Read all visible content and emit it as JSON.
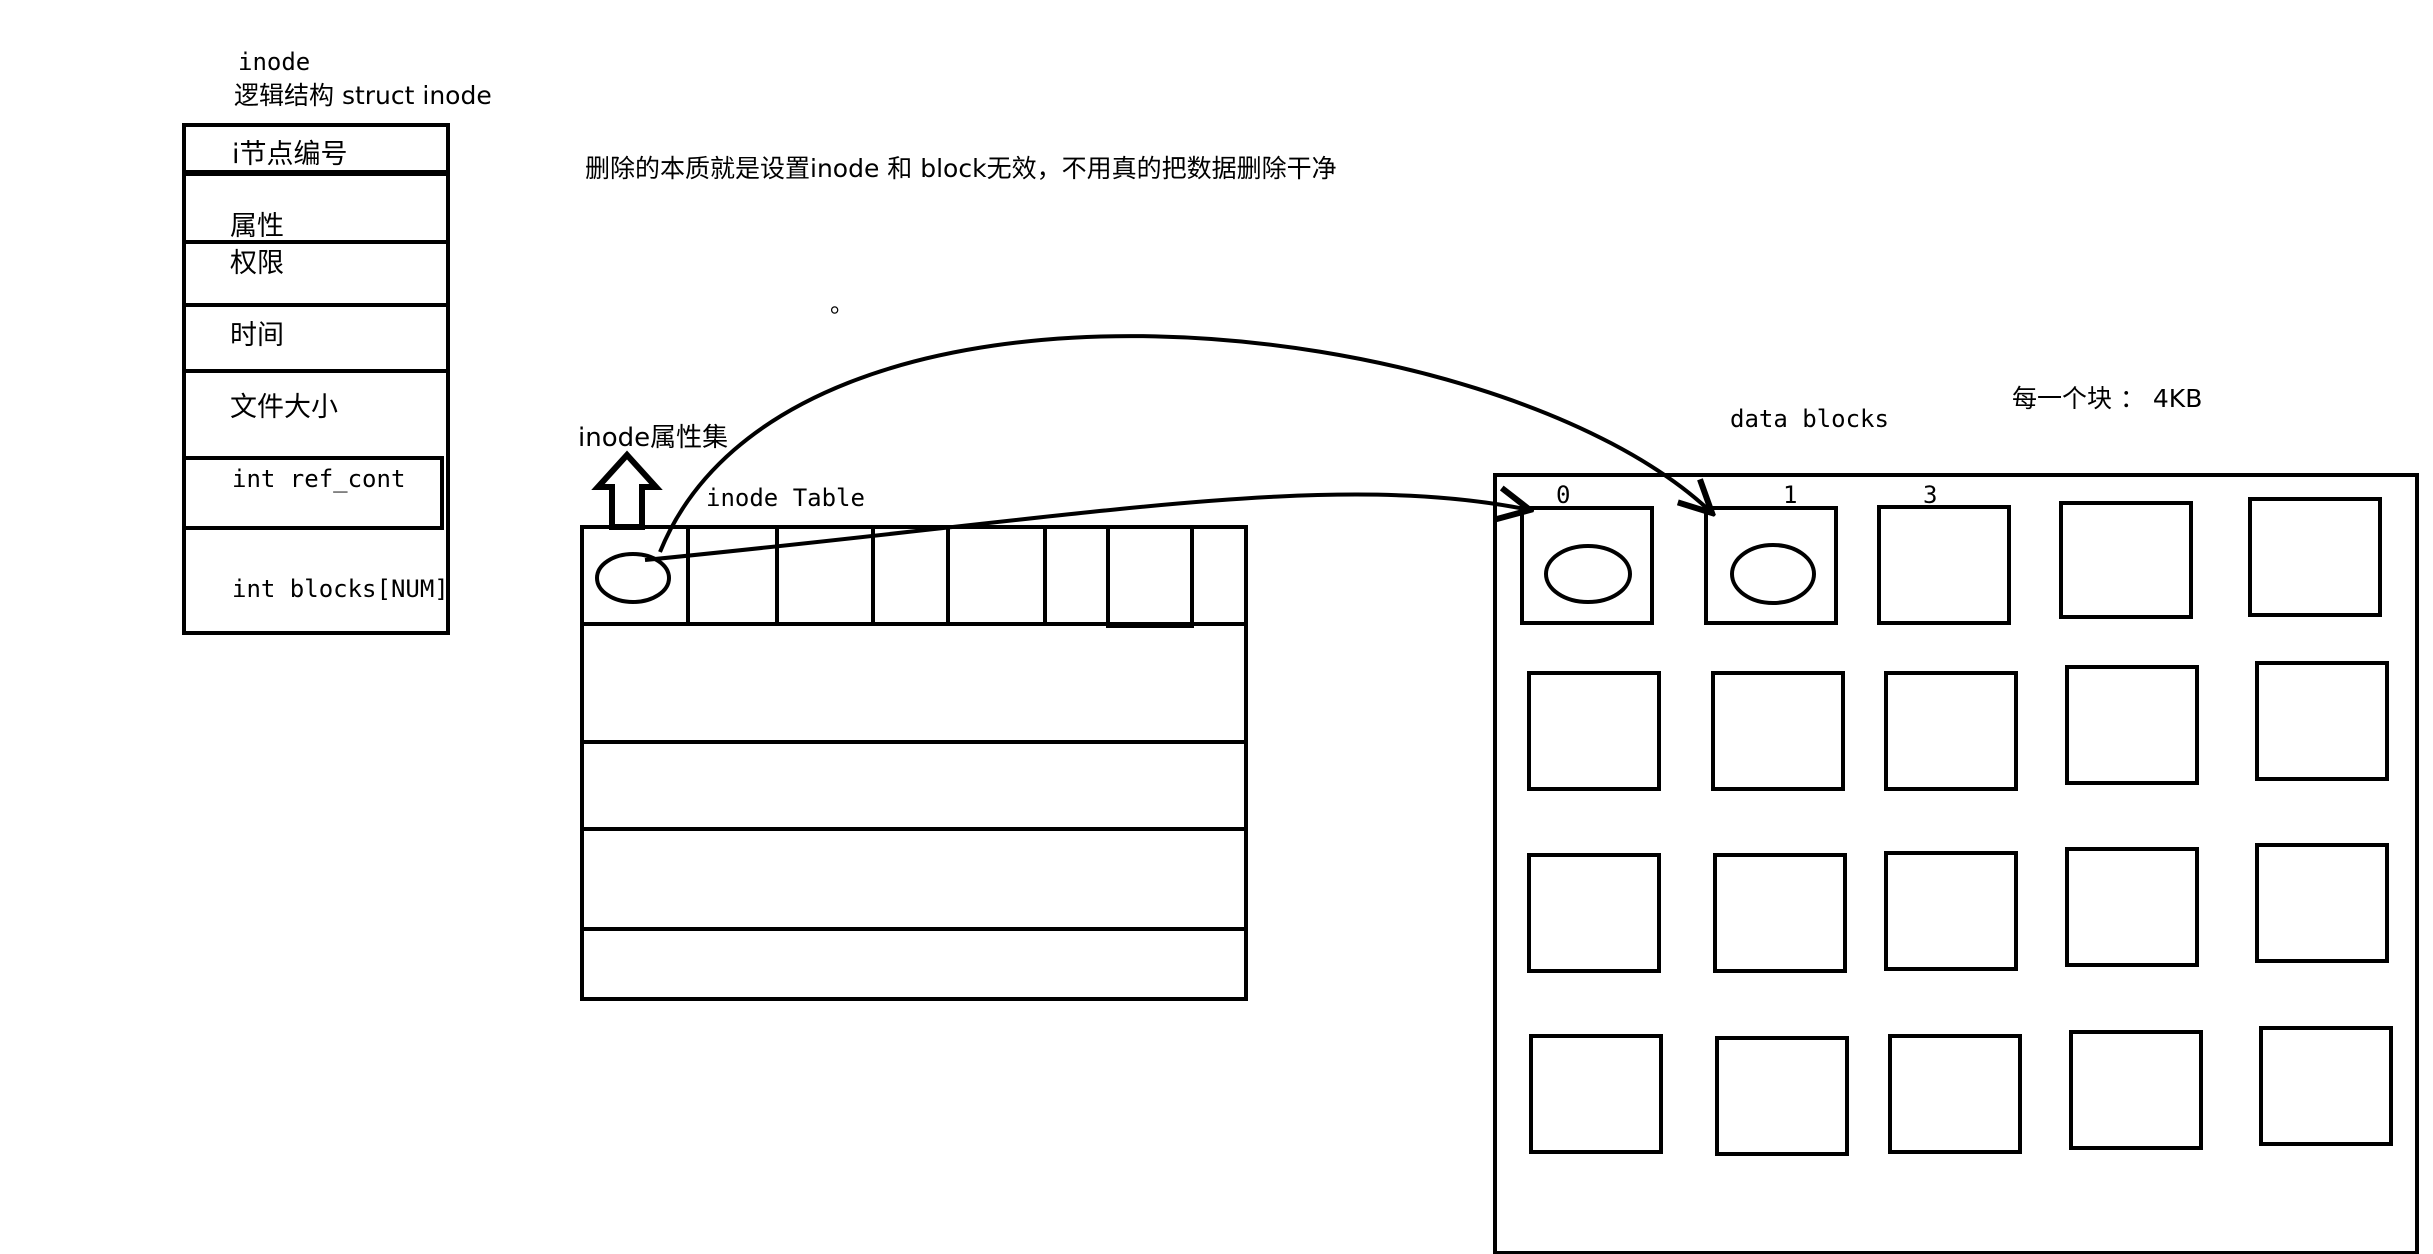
{
  "inode_struct": {
    "title": "inode",
    "subtitle": "逻辑结构 struct inode",
    "fields": [
      "i节点编号",
      "属性",
      "权限",
      "时间",
      "文件大小",
      "int ref_cont",
      "int blocks[NUM]"
    ]
  },
  "note": "删除的本质就是设置inode 和 block无效，不用真的把数据删除干净",
  "stray_mark": "。",
  "inode_attr_label": "inode属性集",
  "inode_table_label": "inode Table",
  "data_blocks": {
    "label": "data  blocks",
    "block_size_note": "每一个块 ： 4KB",
    "index_labels": [
      "0",
      "1",
      "3"
    ]
  }
}
